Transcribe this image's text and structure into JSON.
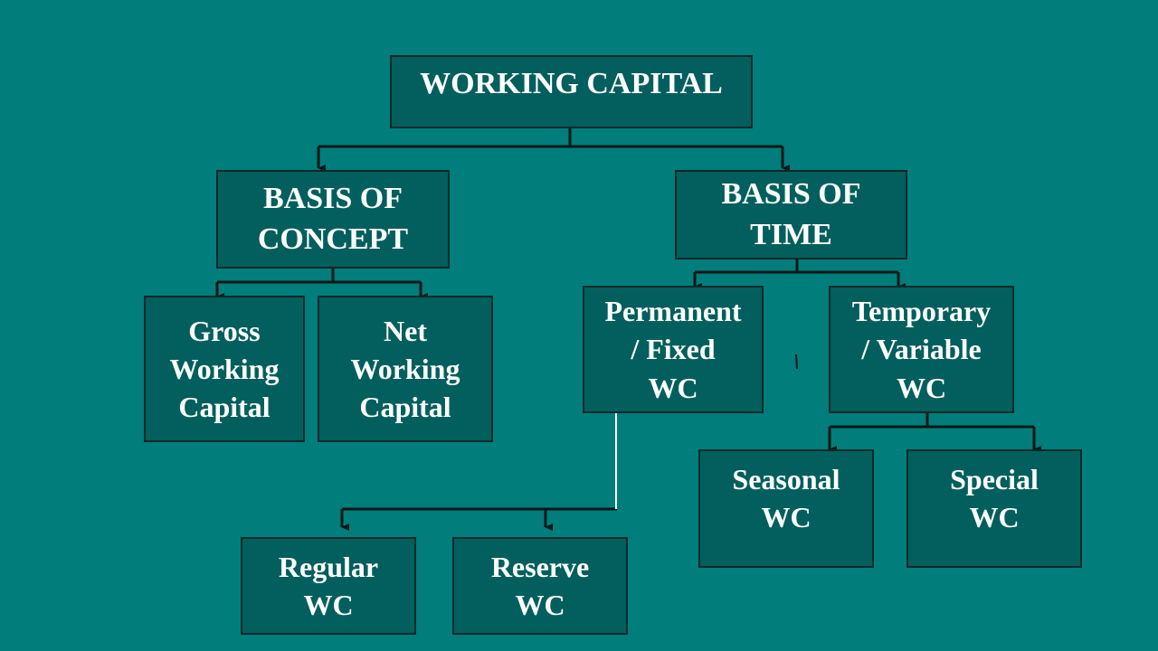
{
  "nodes": {
    "root": [
      "WORKING CAPITAL"
    ],
    "concept": [
      "BASIS OF",
      "CONCEPT"
    ],
    "time": [
      "BASIS OF",
      "TIME"
    ],
    "gross": [
      "Gross",
      "Working",
      "Capital"
    ],
    "net": [
      "Net",
      "Working",
      "Capital"
    ],
    "permanent": [
      "Permanent",
      "/ Fixed",
      "WC"
    ],
    "temporary": [
      "Temporary",
      "/ Variable",
      "WC"
    ],
    "regular": [
      "Regular",
      "WC"
    ],
    "reserve": [
      "Reserve",
      "WC"
    ],
    "seasonal": [
      "Seasonal",
      "WC"
    ],
    "special": [
      "Special",
      "WC"
    ]
  },
  "colors": {
    "background": "#017d7b",
    "box_fill": "#025f5d",
    "box_border": "#0a2a2a",
    "connector": "#0b1717",
    "text": "#ffffff"
  }
}
